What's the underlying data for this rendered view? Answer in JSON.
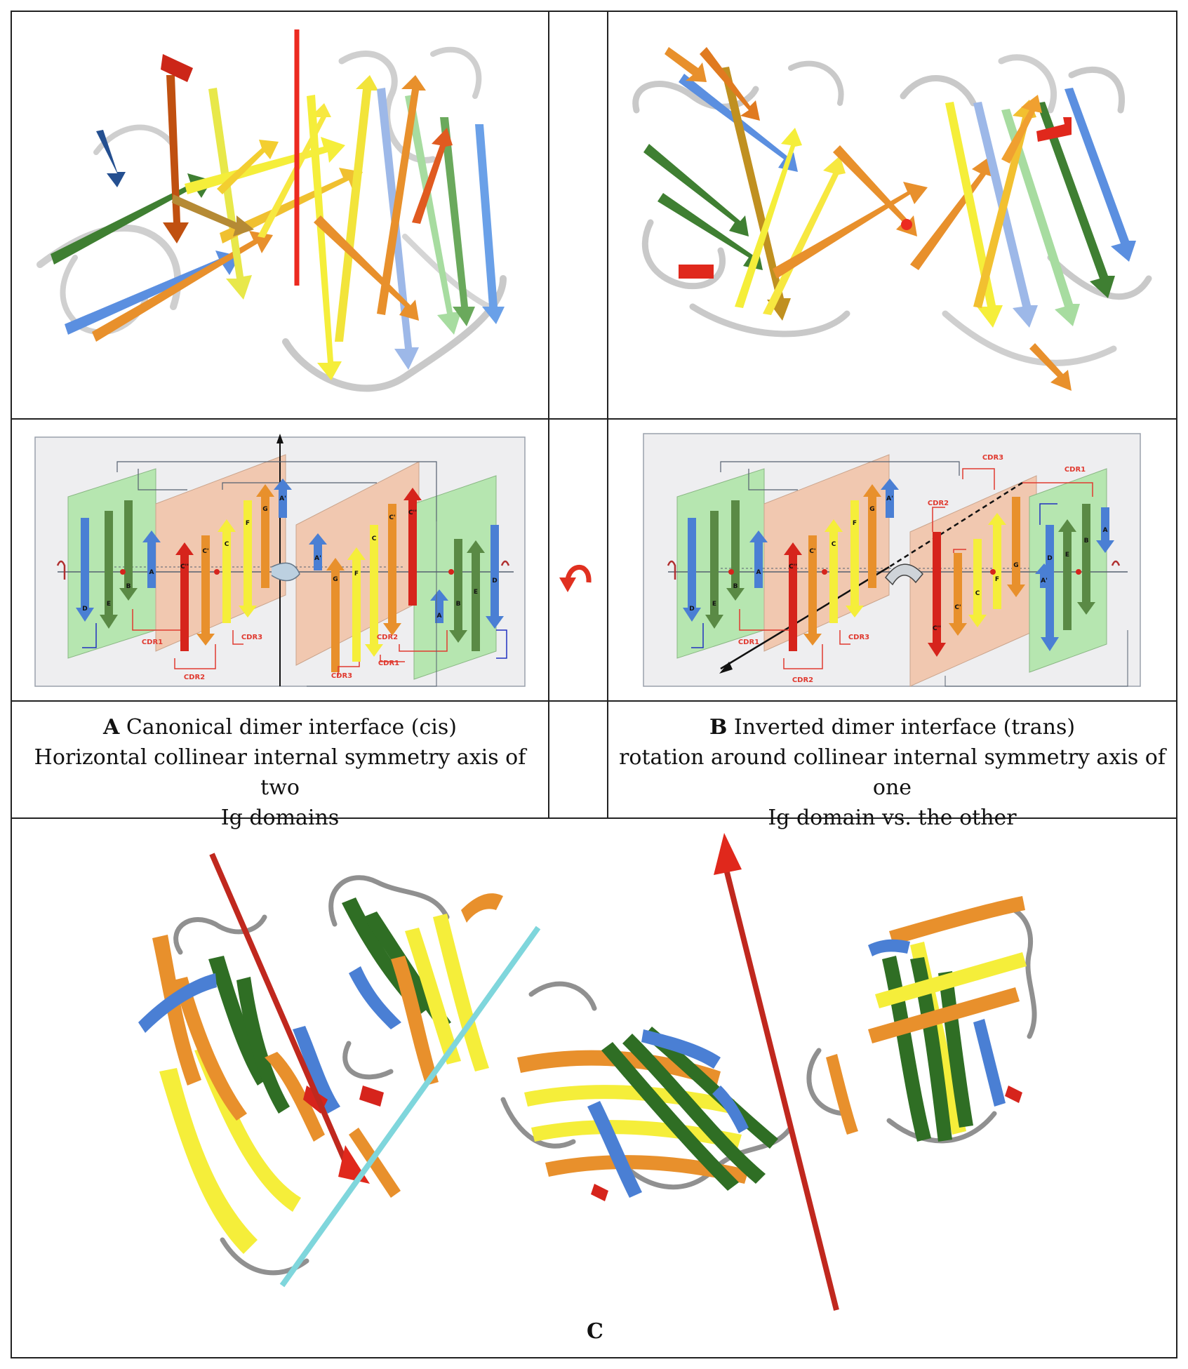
{
  "panel_a": {
    "letter": "A",
    "caption_line1": "Canonical dimer interface (cis)",
    "caption_line2": "Horizontal collinear internal symmetry axis of two",
    "caption_line3": "Ig domains"
  },
  "panel_b": {
    "letter": "B",
    "caption_line1": "Inverted dimer interface (trans)",
    "caption_line2": "rotation around collinear internal symmetry axis of one",
    "caption_line3": "Ig domain vs. the other"
  },
  "panel_c": {
    "letter": "C"
  },
  "topology_a": {
    "strands_left": [
      "D",
      "E",
      "B",
      "A",
      "C''",
      "C'",
      "C",
      "F",
      "G",
      "A'"
    ],
    "strands_right": [
      "A'",
      "G",
      "F",
      "C",
      "C'",
      "C''",
      "A",
      "B",
      "E",
      "D"
    ],
    "cdr_labels": [
      "CDR1",
      "CDR2",
      "CDR3",
      "CDR3",
      "CDR2",
      "CDR1"
    ]
  },
  "topology_b": {
    "strands_left": [
      "D",
      "E",
      "B",
      "A",
      "C''",
      "C'",
      "C",
      "F",
      "G",
      "A'"
    ],
    "strands_right": [
      "C''",
      "C'",
      "C",
      "F",
      "G",
      "A'",
      "D",
      "E",
      "B",
      "A"
    ],
    "cdr_labels": [
      "CDR1",
      "CDR2",
      "CDR3",
      "CDR3",
      "CDR2",
      "CDR1"
    ]
  },
  "colors": {
    "blue": "#4a7fd4",
    "green": "#5a8a45",
    "yellow": "#f5ee3a",
    "orange": "#e8902c",
    "red": "#d6241c",
    "green_plane": "#b6e6b0",
    "orange_plane": "#f1c8b0",
    "cdr_red": "#e03a30",
    "axis_red": "#c0281e",
    "axis_cyan": "#7fd6dc"
  }
}
